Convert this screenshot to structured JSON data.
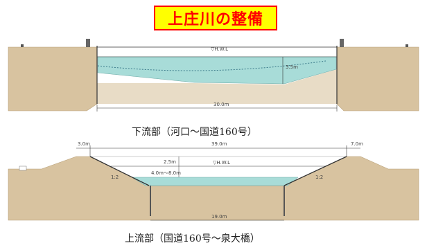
{
  "title": "上庄川の整備",
  "colors": {
    "earth": "#d8c3a0",
    "water": "#a8dcd8",
    "title_bg": "#ffff00",
    "title_border": "#ff0000",
    "title_text": "#ff0000"
  },
  "sections": [
    {
      "caption": "下流部（河口〜国道160号）",
      "labels": {
        "water_level": "▽H.W.L",
        "depth": "3.5m",
        "width": "30.0m"
      }
    },
    {
      "caption": "上流部（国道160号〜泉大橋）",
      "labels": {
        "left_berm": "3.0m",
        "top_width": "39.0m",
        "right_berm": "7.0m",
        "water_level": "▽H.W.L",
        "height_mid": "2.5m",
        "low_water": "4.0m〜8.0m",
        "left_slope": "1:2",
        "right_slope": "1:2",
        "bottom_width": "19.0m"
      }
    }
  ]
}
